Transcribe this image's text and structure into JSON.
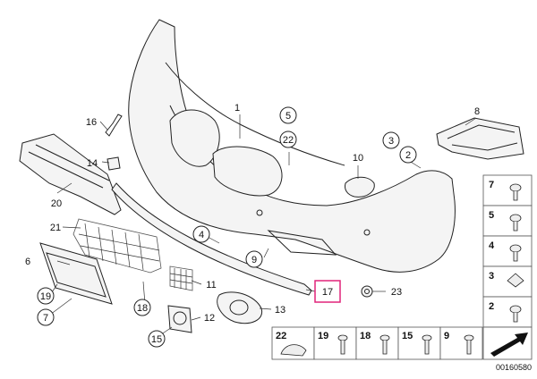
{
  "labels": {
    "p1": "1",
    "p2": "2",
    "p3": "3",
    "p4": "4",
    "p5": "5",
    "p6": "6",
    "p7": "7",
    "p8": "8",
    "p9": "9",
    "p10": "10",
    "p11": "11",
    "p12": "12",
    "p13": "13",
    "p14": "14",
    "p15": "15",
    "p16": "16",
    "p17": "17",
    "p18": "18",
    "p19": "19",
    "p20": "20",
    "p21": "21",
    "p22": "22",
    "p23": "23"
  },
  "highlight": {
    "label": "17",
    "color": "#e0247a"
  },
  "right_column": [
    "7",
    "5",
    "4",
    "3",
    "2"
  ],
  "bottom_row": [
    "22",
    "19",
    "18",
    "15",
    "9"
  ],
  "doc_number": "00160580"
}
